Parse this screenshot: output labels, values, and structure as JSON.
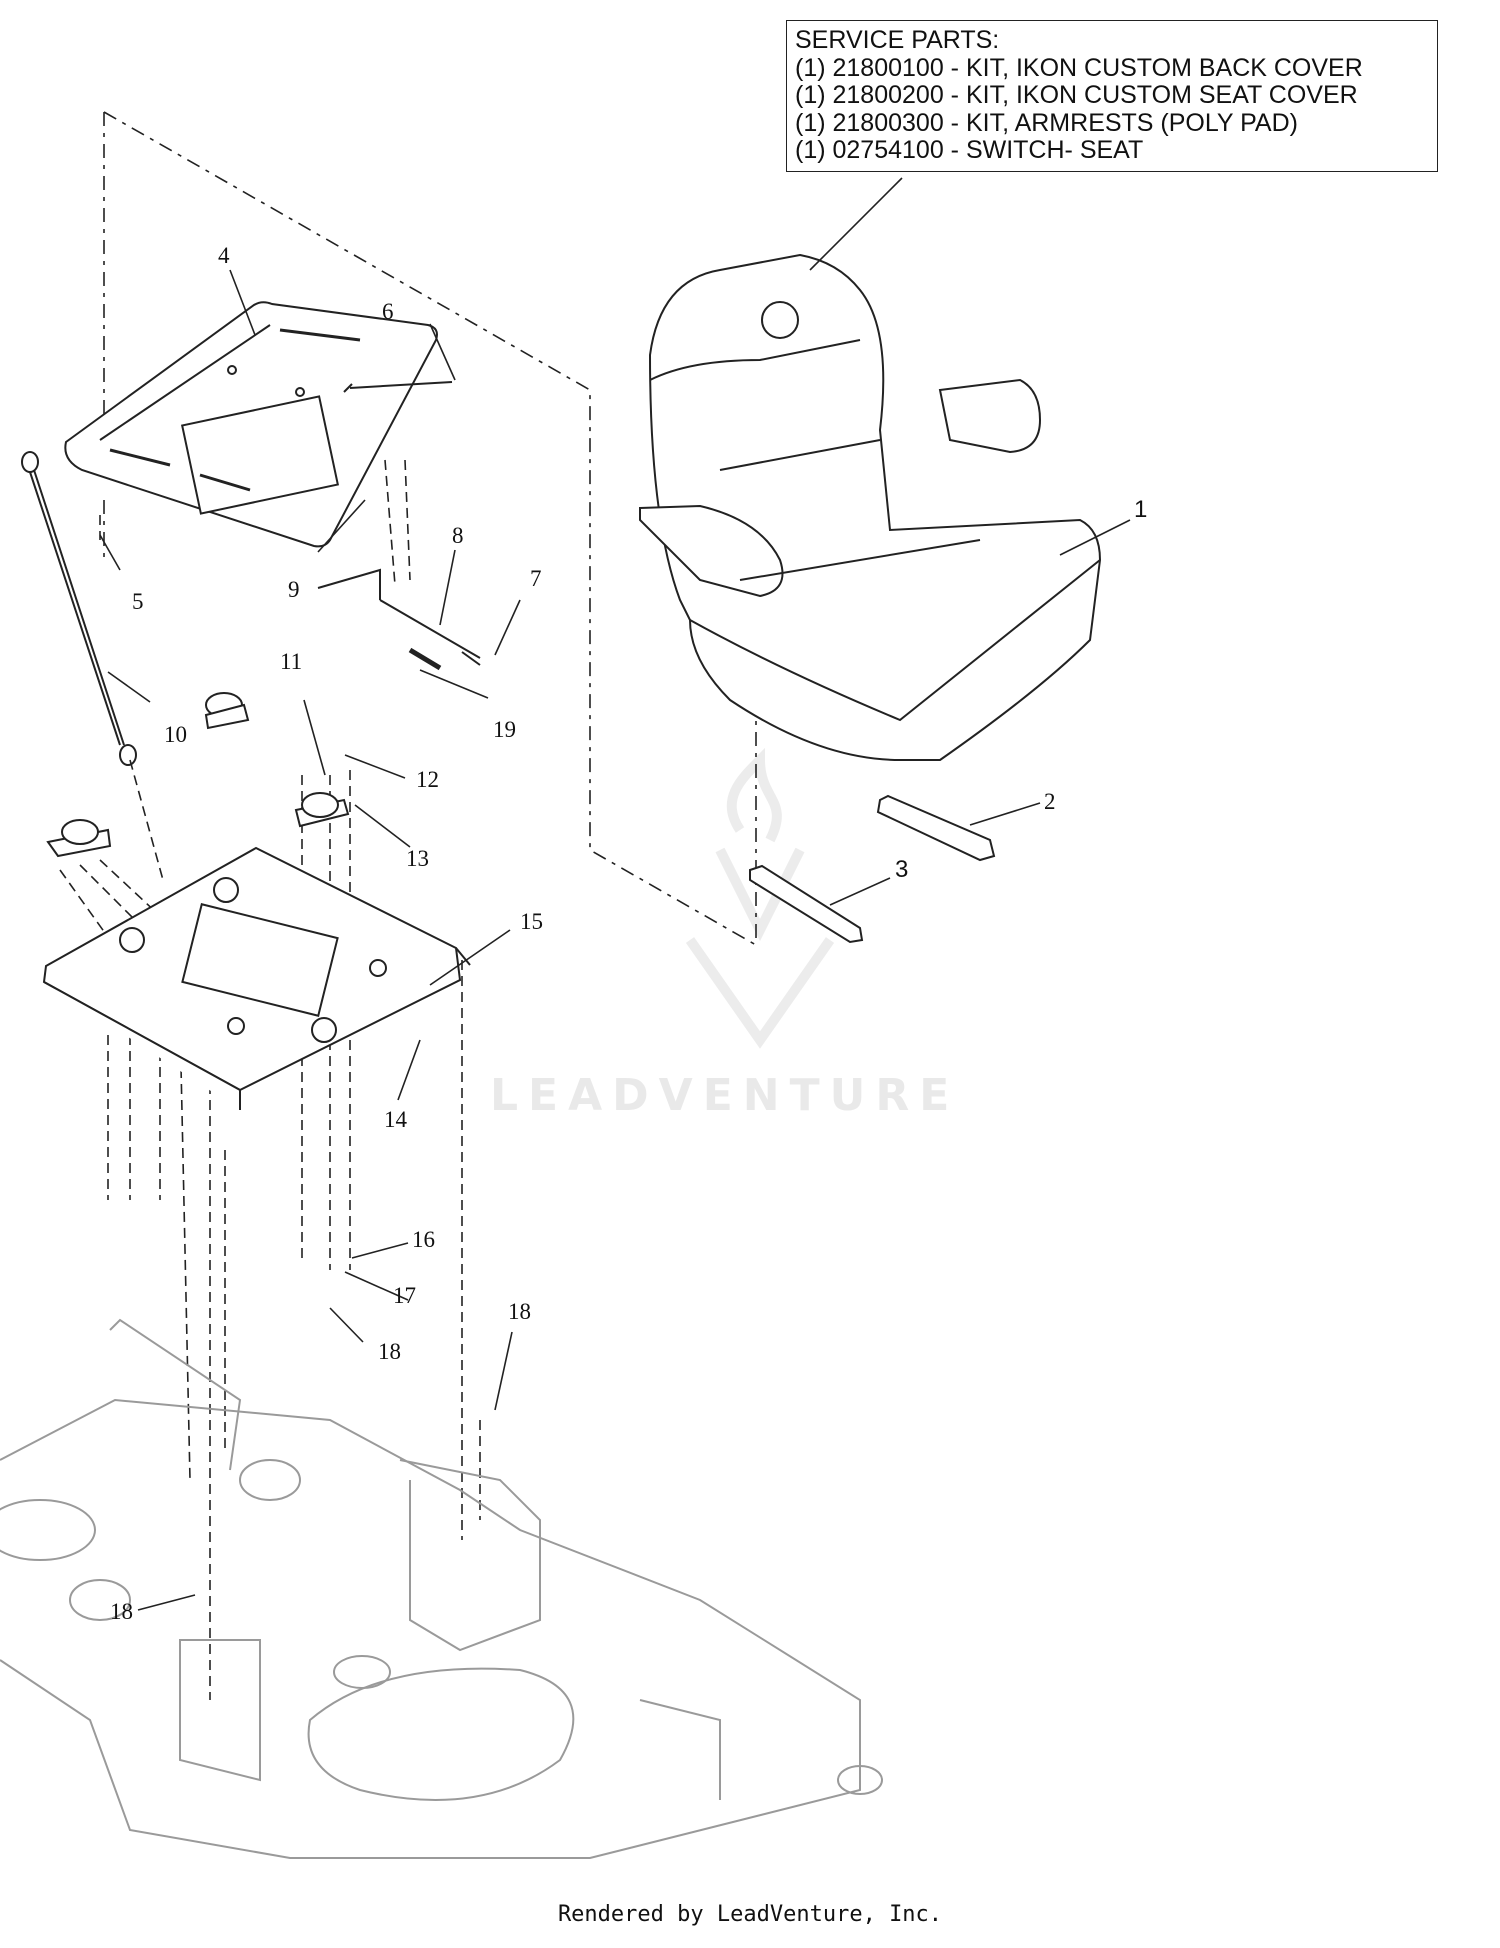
{
  "service_parts": {
    "heading": "SERVICE PARTS:",
    "lines": [
      "(1) 21800100 - KIT, IKON CUSTOM BACK COVER",
      "(1) 21800200 - KIT, IKON CUSTOM SEAT COVER",
      "(1) 21800300 - KIT, ARMRESTS (POLY PAD)",
      "(1) 02754100 - SWITCH- SEAT"
    ]
  },
  "callouts": {
    "c1": "1",
    "c2": "2",
    "c3": "3",
    "c4": "4",
    "c5": "5",
    "c6": "6",
    "c7": "7",
    "c8": "8",
    "c9": "9",
    "c10": "10",
    "c11": "11",
    "c12": "12",
    "c13": "13",
    "c14": "14",
    "c15": "15",
    "c16": "16",
    "c17": "17",
    "c18a": "18",
    "c18b": "18",
    "c18c": "18",
    "c19": "19"
  },
  "watermark": "LEADVENTURE",
  "footer": "Rendered by LeadVenture, Inc.",
  "colors": {
    "line": "#222222",
    "frame": "#9a9a9a",
    "watermark": "#e9e9e9"
  }
}
